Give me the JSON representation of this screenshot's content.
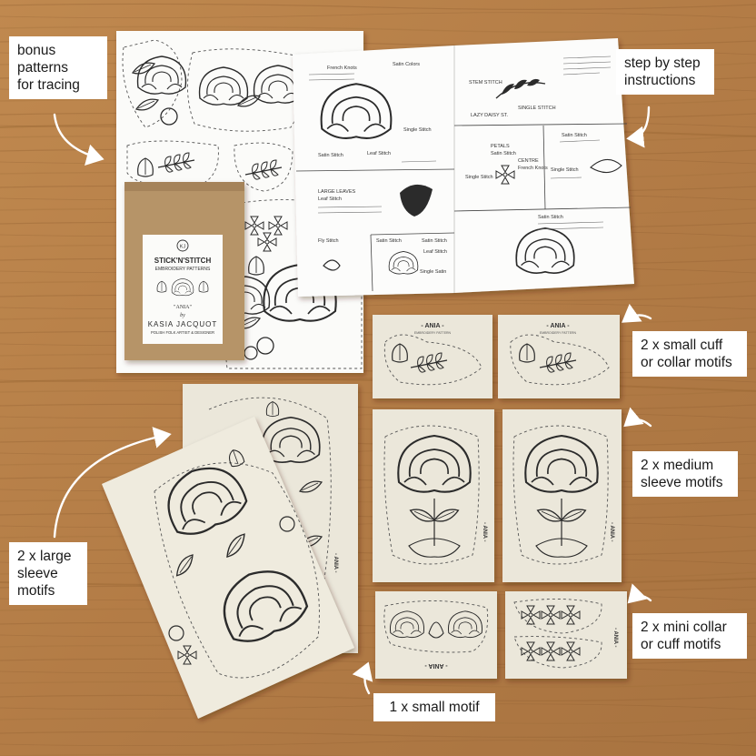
{
  "colors": {
    "wood_base": "#b5824f",
    "wood_dark": "#8f5e33",
    "paper": "#fbfbf9",
    "stabilizer": "#ece8dc",
    "kraft": "#b69468",
    "ink": "#2b2b2b",
    "label_bg": "#ffffff"
  },
  "labels": {
    "bonus": [
      "bonus",
      "patterns",
      "for tracing"
    ],
    "steps": [
      "step by step",
      "instructions"
    ],
    "cuff": [
      "2 x small cuff",
      "or collar motifs"
    ],
    "medium": [
      "2 x medium",
      "sleeve motifs"
    ],
    "large": [
      "2 x large",
      "sleeve",
      "motifs"
    ],
    "mini": [
      "2 x mini collar",
      "or cuff motifs"
    ],
    "small": "1 x small motif"
  },
  "package": {
    "brand_line1": "STICK'N'STITCH",
    "brand_line2": "EMBROIDERY PATTERNS",
    "title": "\"ANIA\"",
    "by": "by",
    "designer": "KASIA JACQUOT",
    "tagline": "POLISH FOLK ARTIST & DESIGNER",
    "logo": "KJ"
  },
  "sheet_tag": "- ANIA -",
  "sheet_sub": "EMBROIDERY PATTERN",
  "booklet": {
    "left": {
      "french_knots": "French Knots",
      "satin_colors": "Satin Colors",
      "single_stitch": "Single Stitch",
      "satin_stitch": "Satin Stitch",
      "leaf_stitch": "Leaf Stitch",
      "large_leaves": "LARGE LEAVES",
      "leaf_stitch_2": "Leaf Stitch",
      "fly_stitch": "Fly Stitch",
      "satin_stitch_2": "Satin Stitch",
      "satin_stitch_3": "Satin Stitch",
      "leaf_stitch_3": "Leaf Stitch",
      "single_satin": "Single Satin"
    },
    "right": {
      "stem_stitch": "STEM STITCH",
      "lazy_daisy": "LAZY DAISY ST.",
      "single_stitch": "SINGLE STITCH",
      "petals": "PETALS",
      "satin_stitch": "Satin Stitch",
      "centre": "CENTRE",
      "french_knots": "French Knots",
      "single_stitch_2": "Single Stitch",
      "satin_stitch_2": "Satin Stitch",
      "single_stitch_3": "Single Stitch",
      "satin_stitch_3": "Satin Stitch"
    }
  }
}
